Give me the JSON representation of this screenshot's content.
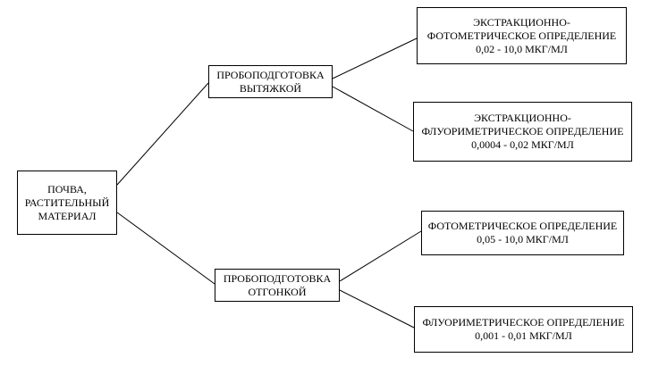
{
  "diagram": {
    "root": {
      "lines": [
        "ПОЧВА,",
        "РАСТИТЕЛЬНЫЙ",
        "МАТЕРИАЛ"
      ]
    },
    "extraction": {
      "lines": [
        "ПРОБОПОДГОТОВКА",
        "ВЫТЯЖКОЙ"
      ],
      "methods": [
        {
          "lines": [
            "ЭКСТРАКЦИОННО-",
            "ФОТОМЕТРИЧЕСКОЕ ОПРЕДЕЛЕНИЕ",
            "0,02 - 10,0 МКГ/МЛ"
          ]
        },
        {
          "lines": [
            "ЭКСТРАКЦИОННО-",
            "ФЛУОРИМЕТРИЧЕСКОЕ ОПРЕДЕЛЕНИЕ",
            "0,0004 - 0,02 МКГ/МЛ"
          ]
        }
      ]
    },
    "distillation": {
      "lines": [
        "ПРОБОПОДГОТОВКА",
        "ОТГОНКОЙ"
      ],
      "methods": [
        {
          "lines": [
            "ФОТОМЕТРИЧЕСКОЕ ОПРЕДЕЛЕНИЕ",
            "0,05 - 10,0 МКГ/МЛ"
          ]
        },
        {
          "lines": [
            "ФЛУОРИМЕТРИЧЕСКОЕ ОПРЕДЕЛЕНИЕ",
            "0,001 - 0,01 МКГ/МЛ"
          ]
        }
      ]
    }
  }
}
